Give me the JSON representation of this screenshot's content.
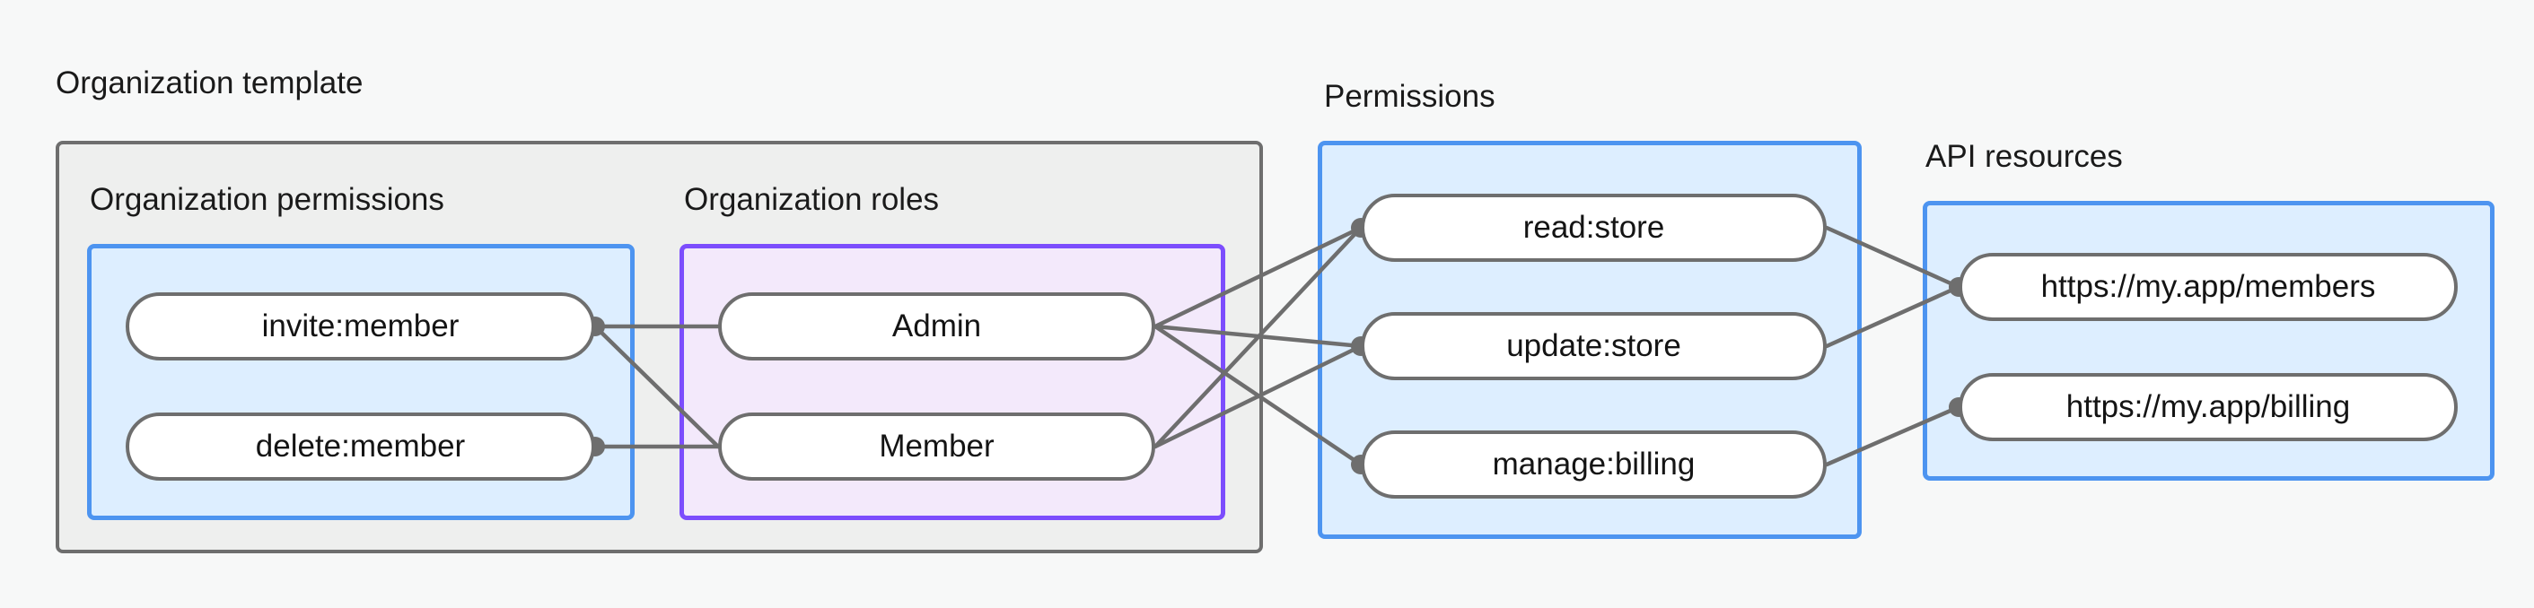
{
  "background_color": "#f7f8f8",
  "colors": {
    "outer_group_fill": "#eeefee",
    "outer_group_border": "#6e6e6e",
    "blue_group_fill": "#ddeeff",
    "blue_group_border": "#4d94f0",
    "violet_group_fill": "#f3e9fb",
    "violet_group_border": "#7c4dfd",
    "node_fill": "#ffffff",
    "node_border": "#6e6e6e",
    "edge_stroke": "#6e6e6e",
    "connector_dot": "#6e6e6e",
    "text": "#1a1a1a"
  },
  "captions": {
    "organization_template": "Organization template",
    "permissions": "Permissions",
    "api_resources": "API resources"
  },
  "groups": {
    "organization_permissions": {
      "heading": "Organization permissions",
      "nodes": [
        {
          "label": "invite:member"
        },
        {
          "label": "delete:member"
        }
      ]
    },
    "organization_roles": {
      "heading": "Organization roles",
      "nodes": [
        {
          "label": "Admin"
        },
        {
          "label": "Member"
        }
      ]
    },
    "permissions": {
      "nodes": [
        {
          "label": "read:store"
        },
        {
          "label": "update:store"
        },
        {
          "label": "manage:billing"
        }
      ]
    },
    "api_resources": {
      "nodes": [
        {
          "label": "https://my.app/members"
        },
        {
          "label": "https://my.app/billing"
        }
      ]
    }
  },
  "edges": [
    {
      "from": "invite:member",
      "to": "Admin"
    },
    {
      "from": "invite:member",
      "to": "Member"
    },
    {
      "from": "delete:member",
      "to": "Admin"
    },
    {
      "from": "Admin",
      "to": "read:store"
    },
    {
      "from": "Admin",
      "to": "update:store"
    },
    {
      "from": "Admin",
      "to": "manage:billing"
    },
    {
      "from": "Member",
      "to": "read:store"
    },
    {
      "from": "Member",
      "to": "update:store"
    },
    {
      "from": "read:store",
      "to": "https://my.app/members"
    },
    {
      "from": "update:store",
      "to": "https://my.app/members"
    },
    {
      "from": "manage:billing",
      "to": "https://my.app/billing"
    }
  ]
}
